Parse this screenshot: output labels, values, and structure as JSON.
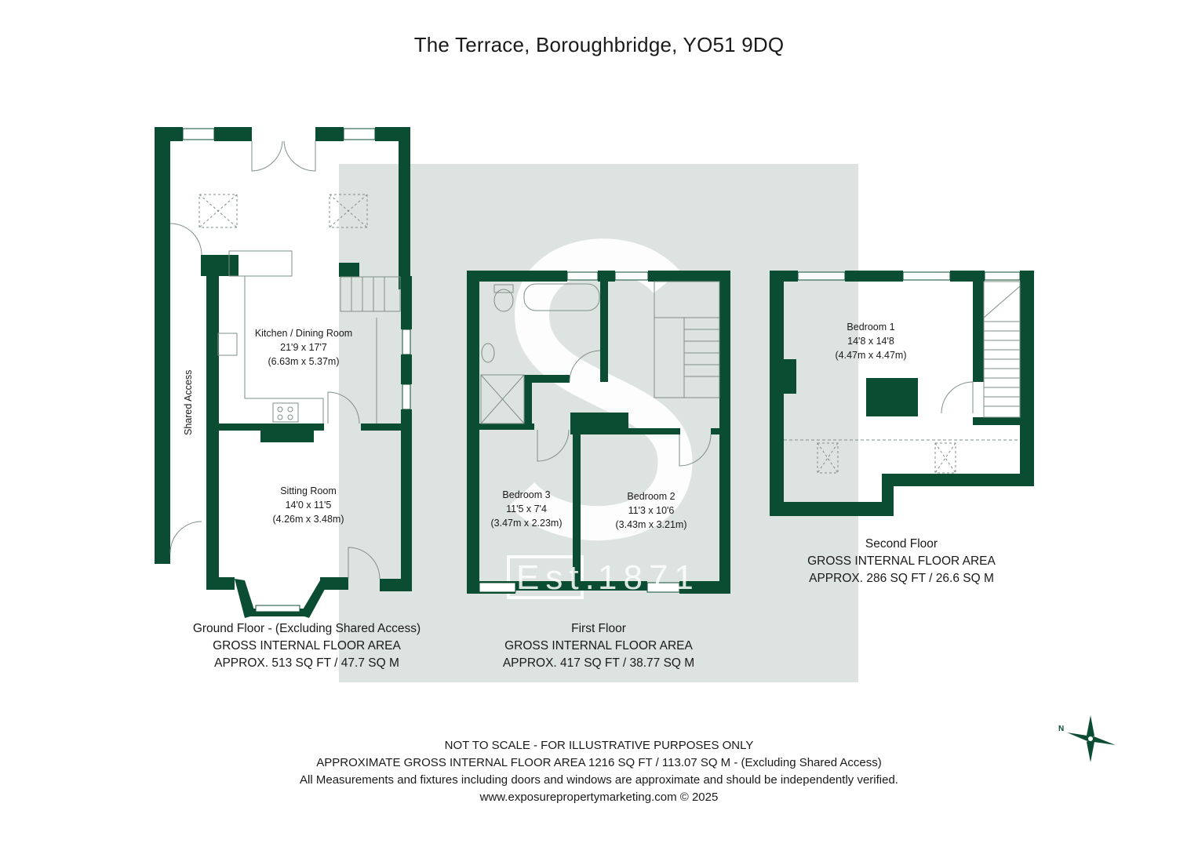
{
  "title": "The Terrace, Boroughbridge, YO51 9DQ",
  "colors": {
    "wall": "#0b4d33",
    "watermark": "#dde3e0",
    "fixture": "#8a9a90",
    "text": "#1a1a1a"
  },
  "watermark": {
    "monogram": "S",
    "left_text": "Est.",
    "right_text": "1871"
  },
  "rooms": {
    "kitchen": {
      "name": "Kitchen / Dining Room",
      "imperial": "21'9 x 17'7",
      "metric": "(6.63m x 5.37m)"
    },
    "sitting": {
      "name": "Sitting Room",
      "imperial": "14'0 x 11'5",
      "metric": "(4.26m x 3.48m)"
    },
    "bedroom3": {
      "name": "Bedroom 3",
      "imperial": "11'5 x 7'4",
      "metric": "(3.47m x 2.23m)"
    },
    "bedroom2": {
      "name": "Bedroom 2",
      "imperial": "11'3 x 10'6",
      "metric": "(3.43m x 3.21m)"
    },
    "bedroom1": {
      "name": "Bedroom 1",
      "imperial": "14'8 x 14'8",
      "metric": "(4.47m x 4.47m)"
    },
    "shared_access": "Shared Access"
  },
  "floors": {
    "ground": {
      "name": "Ground Floor - (Excluding Shared Access)",
      "area_label": "GROSS INTERNAL FLOOR AREA",
      "area": "APPROX. 513 SQ FT / 47.7 SQ M"
    },
    "first": {
      "name": "First Floor",
      "area_label": "GROSS INTERNAL FLOOR AREA",
      "area": "APPROX. 417 SQ FT / 38.77 SQ M"
    },
    "second": {
      "name": "Second Floor",
      "area_label": "GROSS INTERNAL FLOOR AREA",
      "area": "APPROX. 286 SQ FT / 26.6 SQ M"
    }
  },
  "footer": {
    "line1": "NOT TO SCALE - FOR ILLUSTRATIVE PURPOSES ONLY",
    "line2": "APPROXIMATE GROSS INTERNAL FLOOR AREA 1216 SQ FT / 113.07 SQ M - (Excluding Shared Access)",
    "line3": "All Measurements and fixtures including doors and windows are approximate and should be independently verified.",
    "line4": "www.exposurepropertymarketing.com © 2025"
  },
  "compass": {
    "north_label": "N",
    "icon": "compass-icon"
  }
}
